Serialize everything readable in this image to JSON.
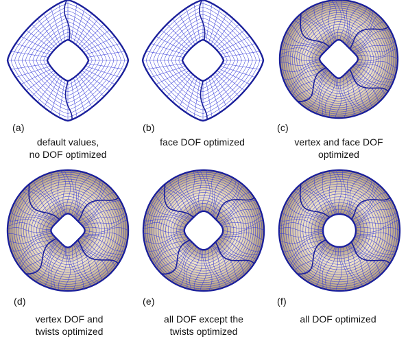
{
  "panels": [
    {
      "tag": "(a)",
      "caption": [
        "default values,",
        "no DOF optimized"
      ],
      "shape": "diamond",
      "shaded": false
    },
    {
      "tag": "(b)",
      "caption": [
        "face DOF optimized"
      ],
      "shape": "diamond",
      "shaded": false
    },
    {
      "tag": "(c)",
      "caption": [
        "vertex  and face DOF",
        "optimized"
      ],
      "shape": "torus",
      "shaded": true,
      "holeSquare": 0.9
    },
    {
      "tag": "(d)",
      "caption": [
        "vertex  DOF and",
        "twists optimized"
      ],
      "shape": "torus",
      "shaded": true,
      "holeSquare": 0.6
    },
    {
      "tag": "(e)",
      "caption": [
        "all  DOF except the",
        "twists optimized"
      ],
      "shape": "torus",
      "shaded": true,
      "holeSquare": 0.35
    },
    {
      "tag": "(f)",
      "caption": [
        "all DOF optimized"
      ],
      "shape": "torus",
      "shaded": true,
      "holeSquare": 0.0
    }
  ],
  "colors": {
    "line": "#2f35d8",
    "lineDark": "#1a1f9a",
    "shadeLight": "#efe3cc",
    "shadeDark": "#a9947a"
  }
}
